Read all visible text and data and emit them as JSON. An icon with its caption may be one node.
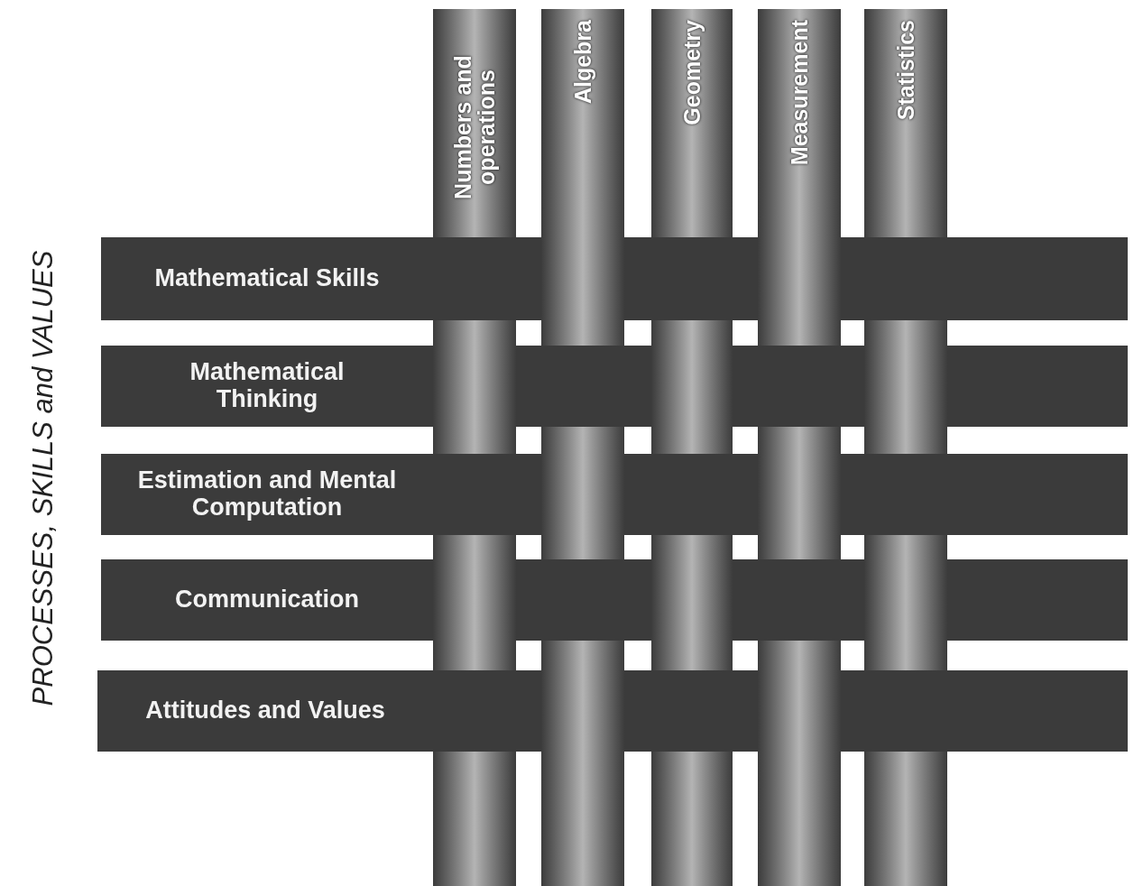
{
  "diagram": {
    "nodes": [
      {
        "text": [
          "Numbers and operations"
        ]
      },
      {
        "text": [
          "Algebra"
        ]
      },
      {
        "text": [
          "Geometry"
        ]
      },
      {
        "text": [
          "Measurement"
        ]
      },
      {
        "text": [
          "Statistics"
        ]
      },
      {
        "text": [
          "Mathematical Skills"
        ]
      },
      {
        "text": [
          "Mathematical Thinking"
        ]
      },
      {
        "text": [
          "Estimation and Mental Computation"
        ]
      },
      {
        "text": [
          "Communication"
        ]
      },
      {
        "text": [
          "Attitudes and Values"
        ]
      }
    ],
    "labels": [
      "PROCESSES, SKILLS and VALUES"
    ]
  }
}
